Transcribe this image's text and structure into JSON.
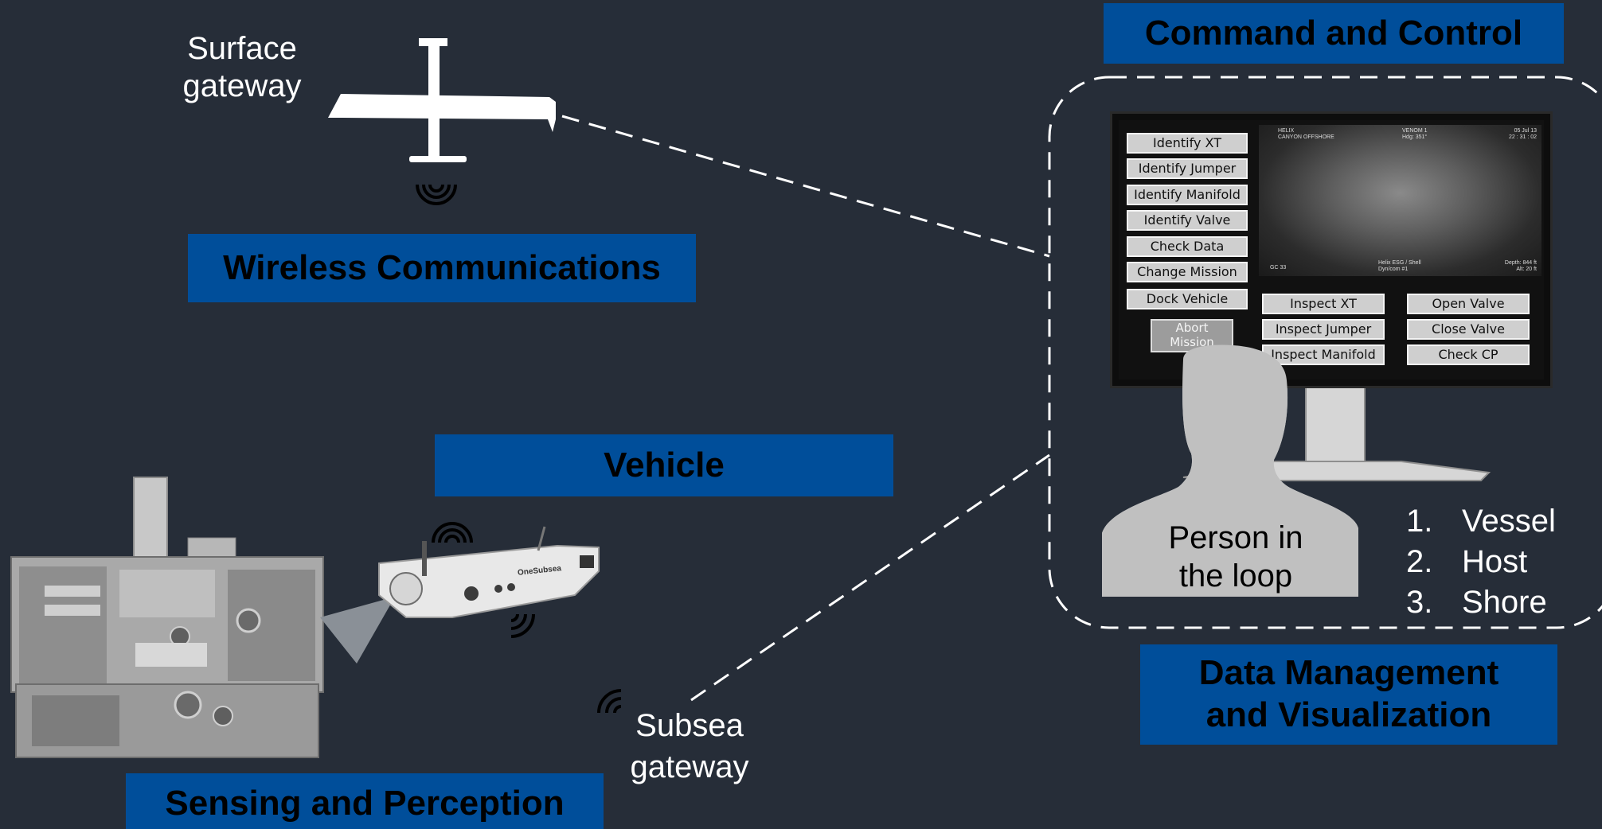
{
  "labels": {
    "command_control": "Command and Control",
    "wireless_comms": "Wireless Communications",
    "vehicle": "Vehicle",
    "sensing_perception": "Sensing and Perception",
    "data_management_line1": "Data Management",
    "data_management_line2": "and Visualization",
    "surface_gateway_line1": "Surface",
    "surface_gateway_line2": "gateway",
    "subsea_gateway_line1": "Subsea",
    "subsea_gateway_line2": "gateway",
    "person_line1": "Person in",
    "person_line2": "the loop"
  },
  "locations": [
    {
      "num": "1.",
      "label": "Vessel"
    },
    {
      "num": "2.",
      "label": "Host"
    },
    {
      "num": "3.",
      "label": "Shore"
    }
  ],
  "console": {
    "left_buttons": [
      "Identify XT",
      "Identify Jumper",
      "Identify Manifold",
      "Identify Valve",
      "Check Data",
      "Change Mission",
      "Dock Vehicle"
    ],
    "abort_line1": "Abort",
    "abort_line2": "Mission",
    "inspect_buttons": [
      "Inspect XT",
      "Inspect Jumper",
      "Inspect Manifold"
    ],
    "valve_buttons": [
      "Open Valve",
      "Close Valve",
      "Check CP"
    ],
    "hud_top_left": "HELIX\nCANYON OFFSHORE",
    "hud_top_mid": "VENOM 1\nHdg: 351°",
    "hud_top_right": "05 Jul 13\n22 : 31 : 02",
    "hud_bottom_left": "GC 33",
    "hud_bottom_mid": "Helix ESG / Shell\nDyn/com #1",
    "hud_bottom_right": "Depth: 844 ft\nAlt: 20 ft"
  },
  "vehicle_brand": "OneSubsea",
  "colors": {
    "background": "#262d38",
    "banner": "#004e9a",
    "banner_text": "#000000",
    "label_text": "#ffffff"
  }
}
